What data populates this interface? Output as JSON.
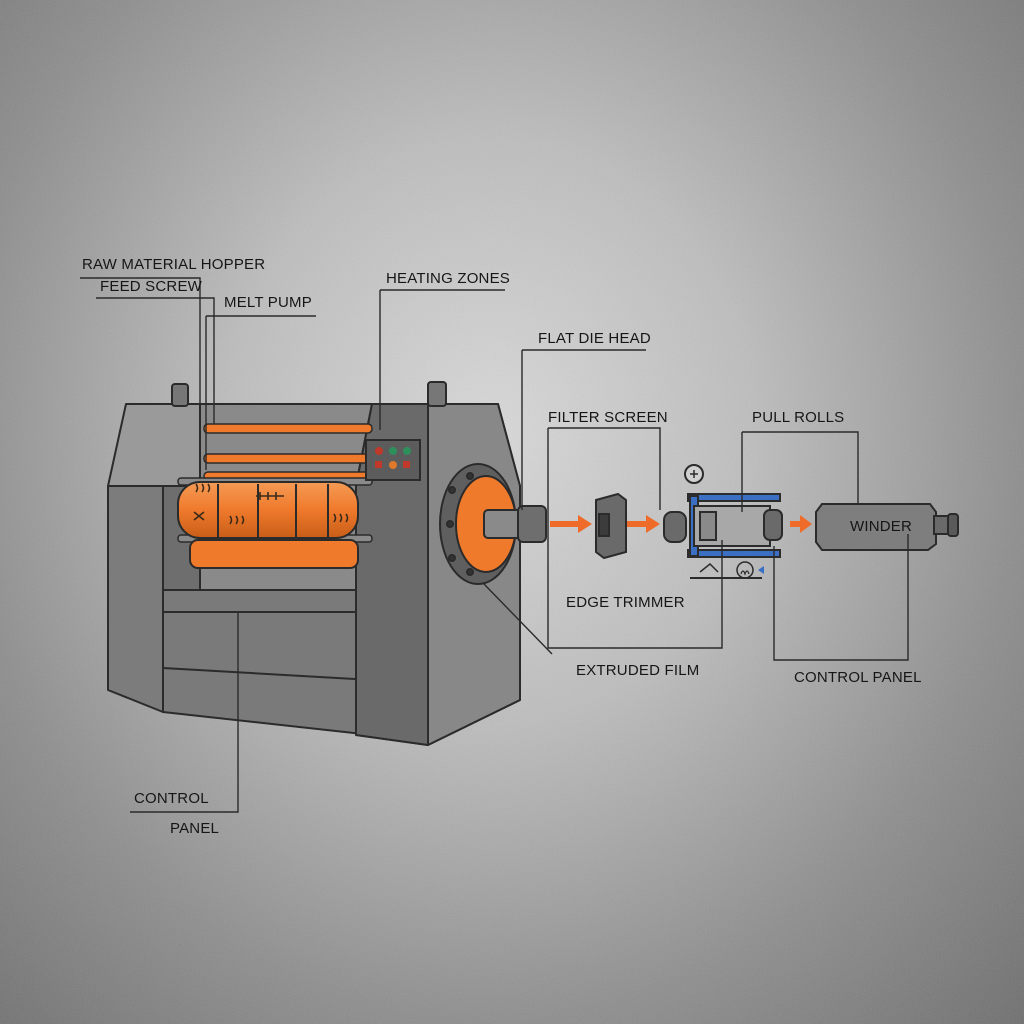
{
  "labels": {
    "raw_material_hopper": "RAW MATERIAL HOPPER",
    "feed_screw": "FEED SCREW",
    "melt_pump": "MELT PUMP",
    "heating_zones": "HEATING ZONES",
    "flat_die_head": "FLAT DIE HEAD",
    "filter_screen": "FILTER SCREEN",
    "pull_rolls": "PULL ROLLS",
    "winder": "WINDER",
    "edge_trimmer": "EDGE TRIMMER",
    "extruded_film": "EXTRUDED FILM",
    "control_panel_right": "CONTROL PANEL",
    "control_panel_left_line1": "CONTROL",
    "control_panel_left_line2": "PANEL"
  },
  "colors": {
    "machine_gray": "#7a7a7a",
    "machine_dark": "#5a5a5a",
    "barrel_orange": "#f07a2a",
    "flow_arrow": "#ee6b2a",
    "roller_frame_blue": "#3a6fc4",
    "leader_line": "#2a2a2a"
  }
}
